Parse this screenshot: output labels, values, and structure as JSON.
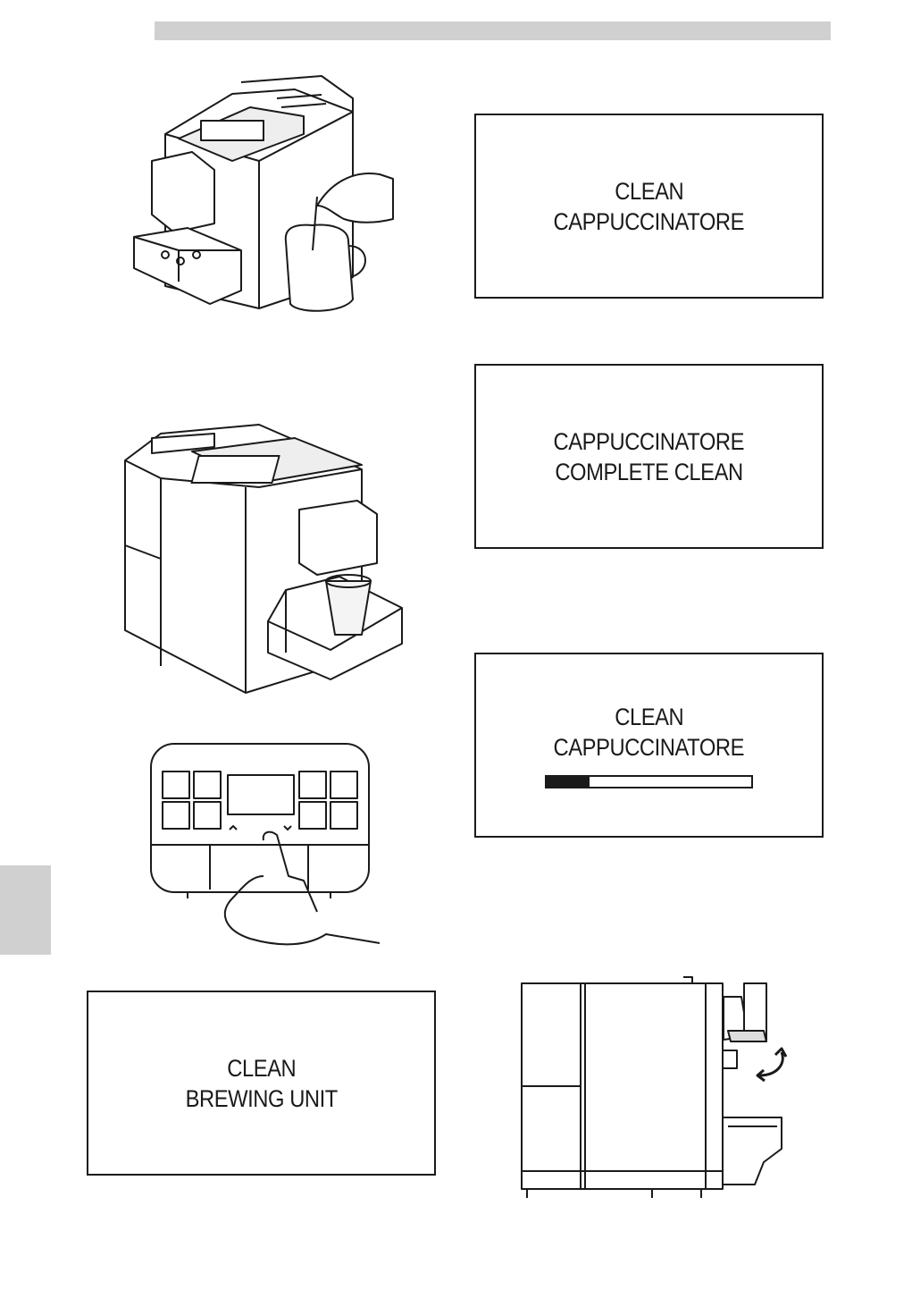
{
  "displays": {
    "clean_cappuccinatore": {
      "line1": "CLEAN",
      "line2": "CAPPUCCINATORE"
    },
    "complete_clean": {
      "line1": "CAPPUCCINATORE",
      "line2": "COMPLETE CLEAN"
    },
    "clean_progress": {
      "line1": "CLEAN",
      "line2": "CAPPUCCINATORE",
      "progress": 0.21
    },
    "clean_brewing_unit": {
      "line1": "CLEAN",
      "line2": "BREWING UNIT"
    }
  },
  "colors": {
    "line": "#1a1a1a",
    "tab_gray": "#d0d0d0"
  },
  "icons": [
    "coffee-machine-milk-jug",
    "coffee-machine-cup",
    "control-panel-finger-press",
    "machine-side-view-arrow"
  ]
}
